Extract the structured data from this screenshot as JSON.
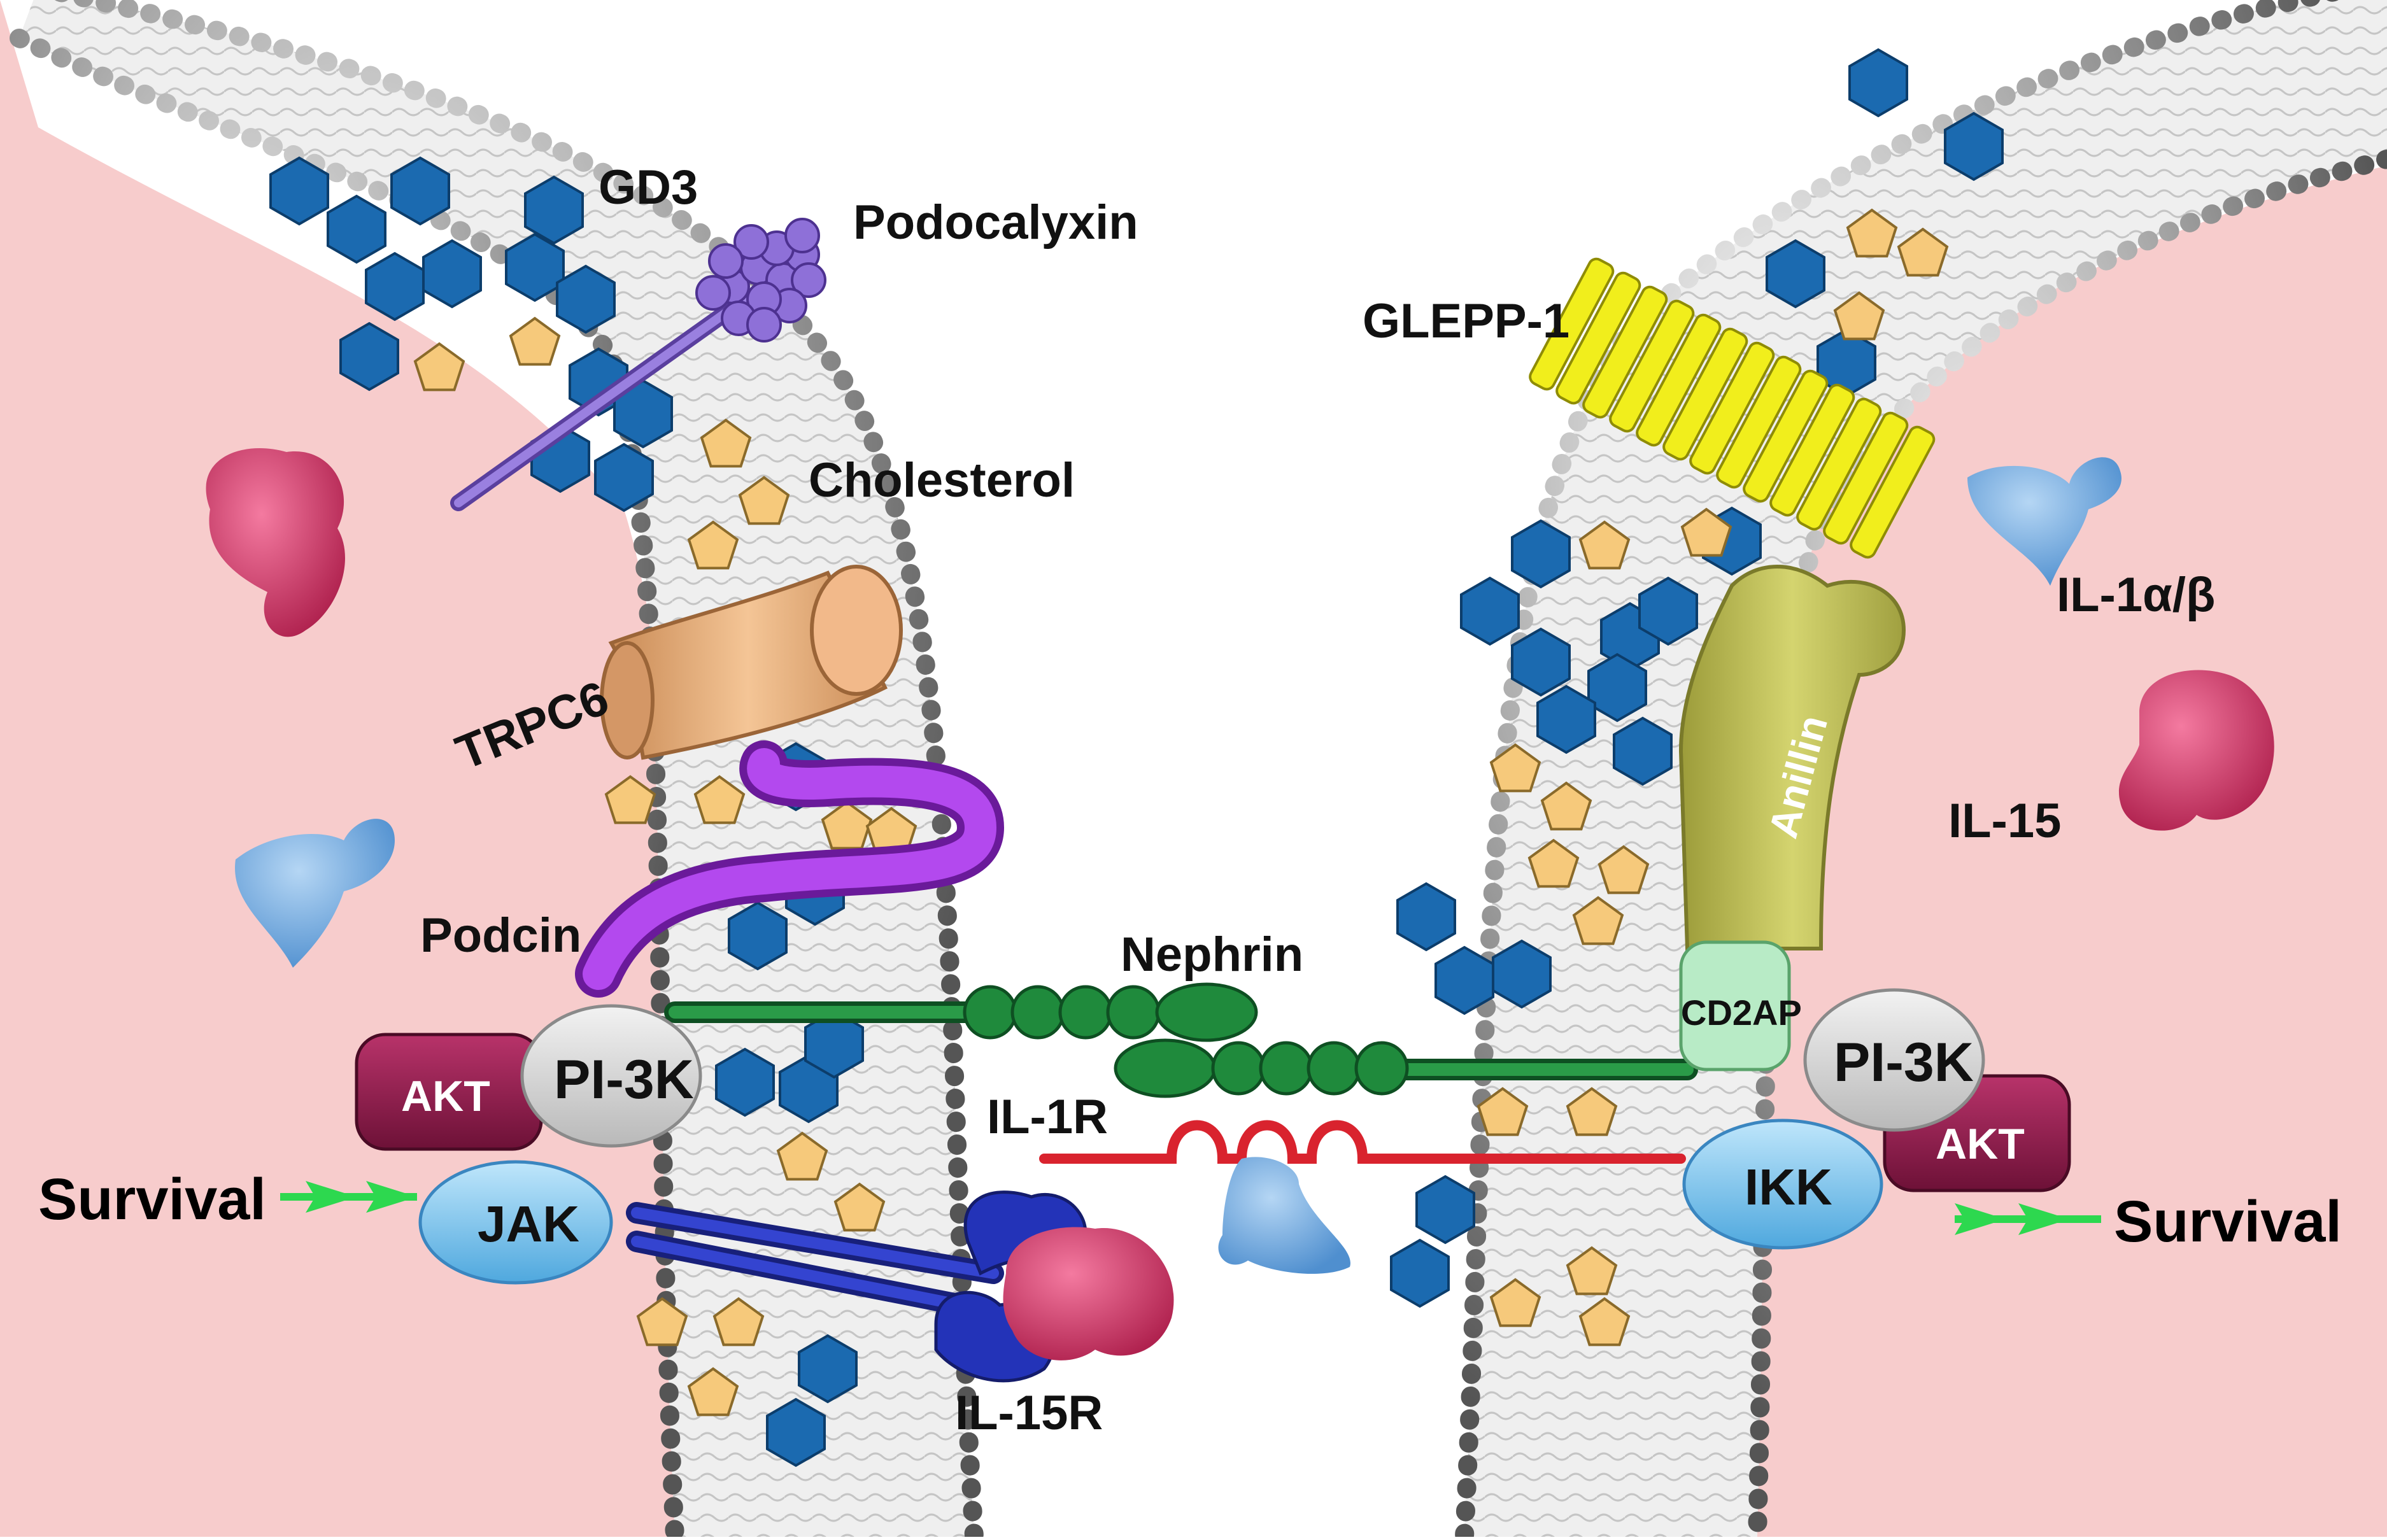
{
  "colors": {
    "background": "#f7cccc",
    "membrane": "#e9e9e9",
    "gd3": "#1b6ab0",
    "cholesterol": "#f6c97b",
    "podocalyxin": "#8e70d8",
    "trpc6": "#e8b07c",
    "podocin": "#a23ad8",
    "nephrin": "#1f8a3c",
    "il1r": "#d9232e",
    "il15r": "#2333b8",
    "glepp1": "#f1ee1c",
    "anillin": "#c2c25a",
    "cd2ap": "#b8ebc6",
    "pi3k": "#dcdcdc",
    "akt": "#8e1c4b",
    "jak": "#7cc7ef",
    "ikk": "#7cc7ef",
    "il15": "#d63a6a",
    "il1": "#7fb2e2",
    "arrow": "#2dd84f"
  },
  "labels": {
    "gd3": "GD3",
    "podocalyxin": "Podocalyxin",
    "cholesterol": "Cholesterol",
    "trpc6": "TRPC6",
    "podocin": "Podcin",
    "nephrin": "Nephrin",
    "il1r": "IL-1R",
    "il15r": "IL-15R",
    "glepp1": "GLEPP-1",
    "il1": "IL-1α/β",
    "il15": "IL-15",
    "anillin": "Anillin",
    "cd2ap": "CD2AP",
    "pi3k_left": "PI-3K",
    "pi3k_right": "PI-3K",
    "akt_left": "AKT",
    "akt_right": "AKT",
    "jak": "JAK",
    "ikk": "IKK",
    "survival_left": "Survival",
    "survival_right": "Survival"
  }
}
